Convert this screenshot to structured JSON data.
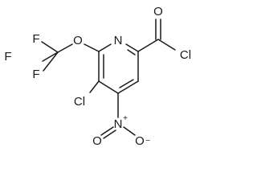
{
  "molecule": {
    "atoms": {
      "n_ring": "N",
      "o_ether": "O",
      "f1": "F",
      "f2": "F",
      "f3": "F",
      "o_carbonyl": "O",
      "cl_acyl": "Cl",
      "cl_ring": "Cl",
      "n_nitro": "N",
      "n_nitro_charge": "+",
      "o_nitro_double": "O",
      "o_nitro_single": "O",
      "o_nitro_charge": "−"
    }
  }
}
